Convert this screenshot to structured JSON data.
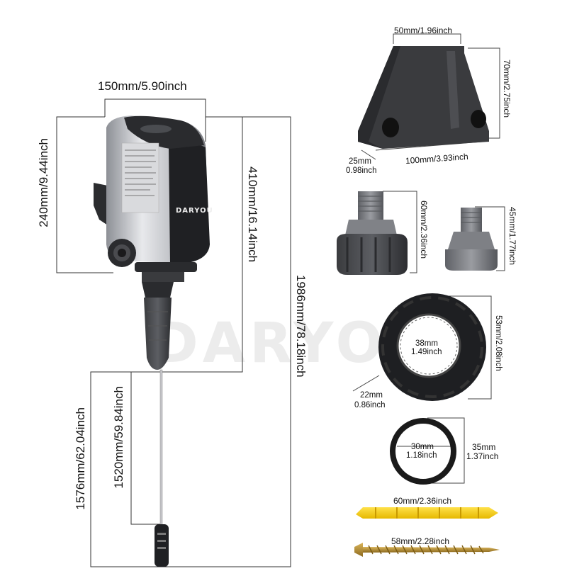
{
  "watermark": "DARYOU",
  "brand_label": "DARYOU",
  "pump": {
    "width": "150mm/5.90inch",
    "head_height": "240mm/9.44inch",
    "body_height": "410mm/16.14inch",
    "total_height": "1986mm/78.18inch",
    "hose_length": "1520mm/59.84inch",
    "tube_length": "1576mm/62.04inch"
  },
  "bracket": {
    "top_width": "50mm/1.96inch",
    "height": "70mm/2.75inch",
    "depth_mm": "25mm",
    "depth_in": "0.98inch",
    "length": "100mm/3.93inch"
  },
  "adapter_large": {
    "height": "60mm/2.36inch"
  },
  "adapter_small": {
    "height": "45mm/1.77inch"
  },
  "nut": {
    "inner_mm": "38mm",
    "inner_in": "1.49inch",
    "outer": "53mm/2.08inch",
    "thick_mm": "22mm",
    "thick_in": "0.86inch"
  },
  "oring": {
    "inner_mm": "30mm",
    "inner_in": "1.18inch",
    "outer_mm": "35mm",
    "outer_in": "1.37inch"
  },
  "anchor": {
    "length": "60mm/2.36inch"
  },
  "screw": {
    "length": "58mm/2.28inch"
  }
}
